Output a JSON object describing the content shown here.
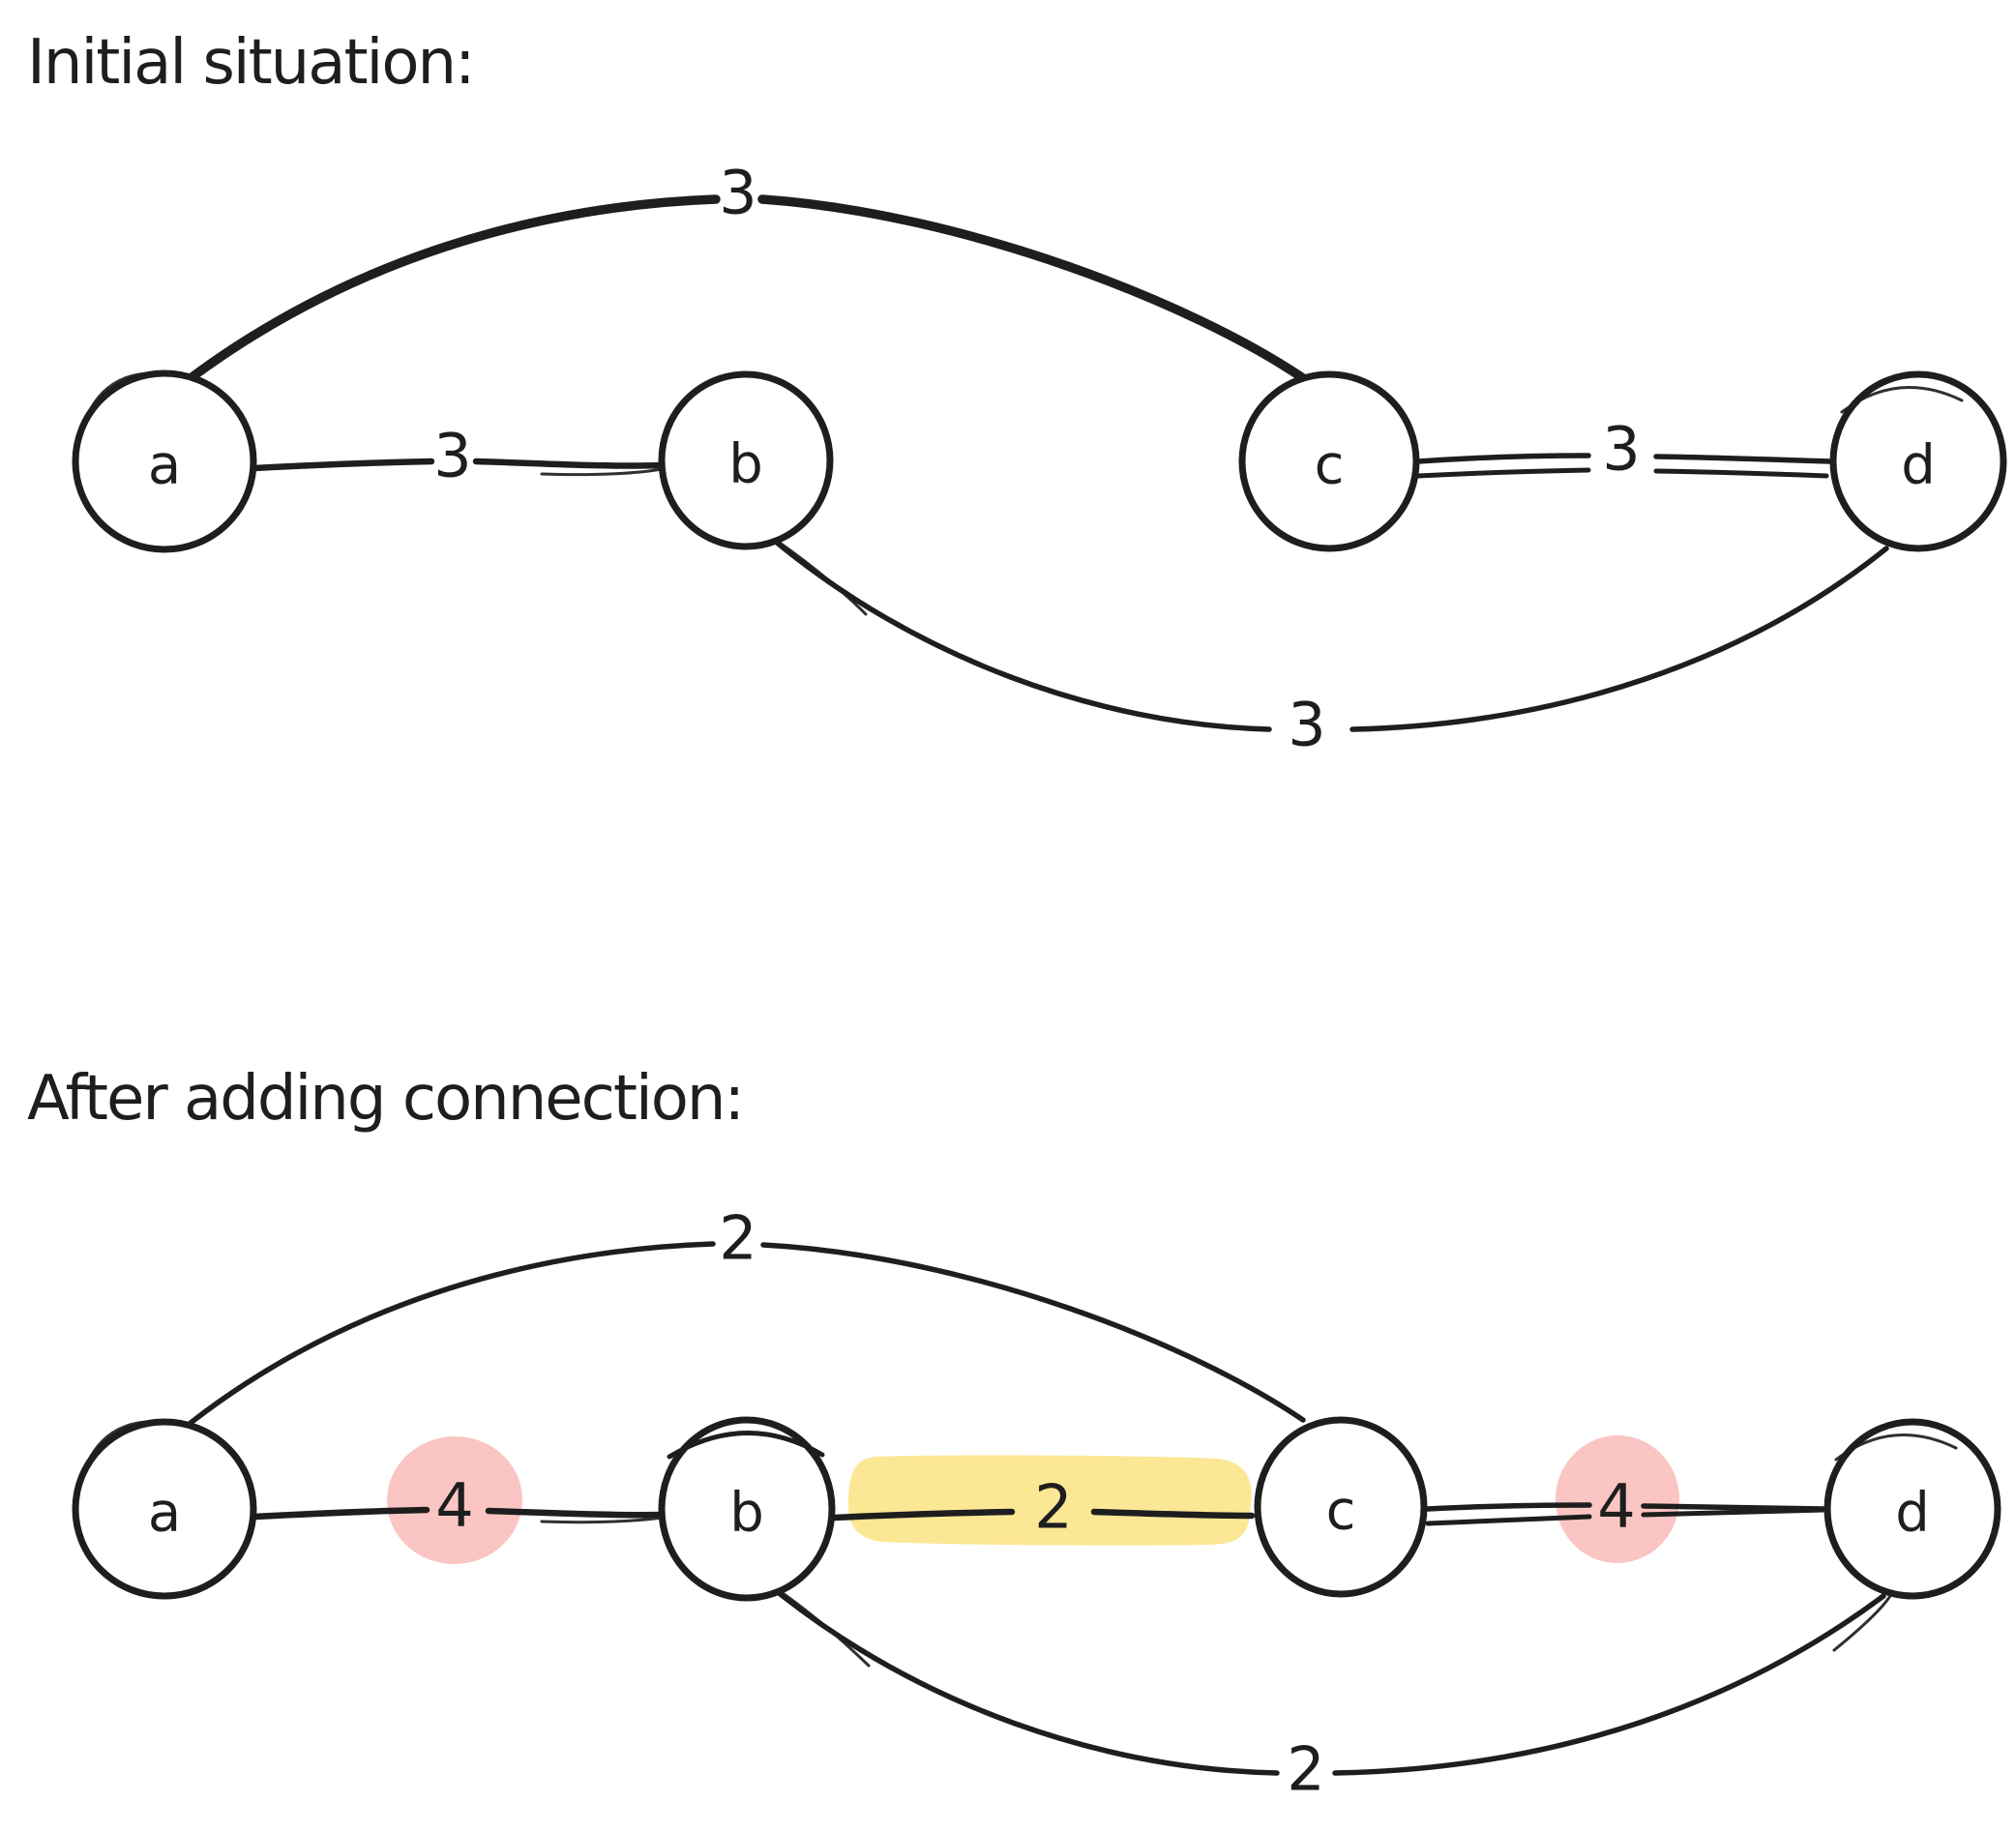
{
  "colors": {
    "ink": "#1e1e1e",
    "bg": "#ffffff",
    "pink": "#fac5c2",
    "yellow": "#fce795"
  },
  "sections": [
    {
      "title": "Initial situation:",
      "nodes": [
        {
          "id": "a"
        },
        {
          "id": "b"
        },
        {
          "id": "c"
        },
        {
          "id": "d"
        }
      ],
      "edges": [
        {
          "from": "a",
          "to": "b",
          "weight": "3",
          "highlight": "none"
        },
        {
          "from": "a",
          "to": "c",
          "weight": "3",
          "highlight": "none"
        },
        {
          "from": "c",
          "to": "d",
          "weight": "3",
          "highlight": "none"
        },
        {
          "from": "b",
          "to": "d",
          "weight": "3",
          "highlight": "none"
        }
      ]
    },
    {
      "title": "After adding connection:",
      "nodes": [
        {
          "id": "a"
        },
        {
          "id": "b"
        },
        {
          "id": "c"
        },
        {
          "id": "d"
        }
      ],
      "edges": [
        {
          "from": "a",
          "to": "b",
          "weight": "4",
          "highlight": "pink"
        },
        {
          "from": "a",
          "to": "c",
          "weight": "2",
          "highlight": "none"
        },
        {
          "from": "b",
          "to": "c",
          "weight": "2",
          "highlight": "yellow"
        },
        {
          "from": "c",
          "to": "d",
          "weight": "4",
          "highlight": "pink"
        },
        {
          "from": "b",
          "to": "d",
          "weight": "2",
          "highlight": "none"
        }
      ]
    }
  ]
}
